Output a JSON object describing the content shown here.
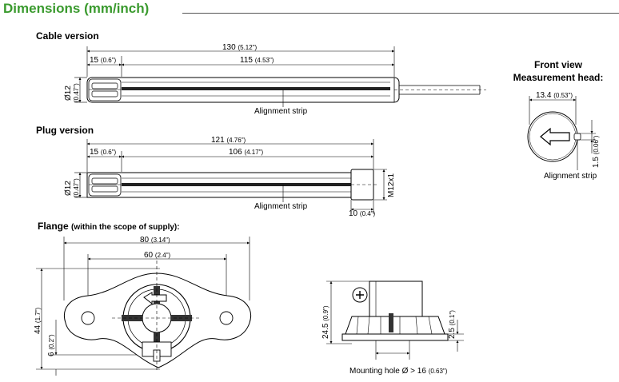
{
  "header": {
    "title": "Dimensions (mm/inch)"
  },
  "cable_version": {
    "title": "Cable version",
    "dim_total": "130",
    "dim_total_in": "(5.12\")",
    "dim_head": "15",
    "dim_head_in": "(0.6\")",
    "dim_body": "115",
    "dim_body_in": "(4.53\")",
    "dim_dia": "Ø12",
    "dim_dia_in": "(0.47\")",
    "strip_label": "Alignment strip"
  },
  "front_view": {
    "title_line1": "Front view",
    "title_line2": "Measurement head:",
    "dim_width": "13.4",
    "dim_width_in": "(0.53\")",
    "dim_strip": "1.5",
    "dim_strip_in": "(0.06\")",
    "strip_label": "Alignment strip"
  },
  "plug_version": {
    "title": "Plug version",
    "dim_total": "121",
    "dim_total_in": "(4.76\")",
    "dim_head": "15",
    "dim_head_in": "(0.6\")",
    "dim_body": "106",
    "dim_body_in": "(4.17\")",
    "dim_dia": "Ø12",
    "dim_dia_in": "(0.47\")",
    "dim_thread": "M12x1",
    "dim_plug": "10",
    "dim_plug_in": "(0.4\")",
    "strip_label": "Alignment strip"
  },
  "flange": {
    "title": "Flange",
    "subtitle": "(within the scope of supply):",
    "dim_width": "80",
    "dim_width_in": "(3.14\")",
    "dim_holes": "60",
    "dim_holes_in": "(2.4\")",
    "dim_height": "44",
    "dim_height_in": "(1.7\")",
    "dim_offset": "6",
    "dim_offset_in": "(0.2\")"
  },
  "flange_side": {
    "dim_height": "24.5",
    "dim_height_in": "(0.9\")",
    "dim_base": "2.5",
    "dim_base_in": "(0.1\")",
    "mounting_hole": "Mounting hole Ø > 16",
    "mounting_hole_in": "(0.63\")"
  }
}
